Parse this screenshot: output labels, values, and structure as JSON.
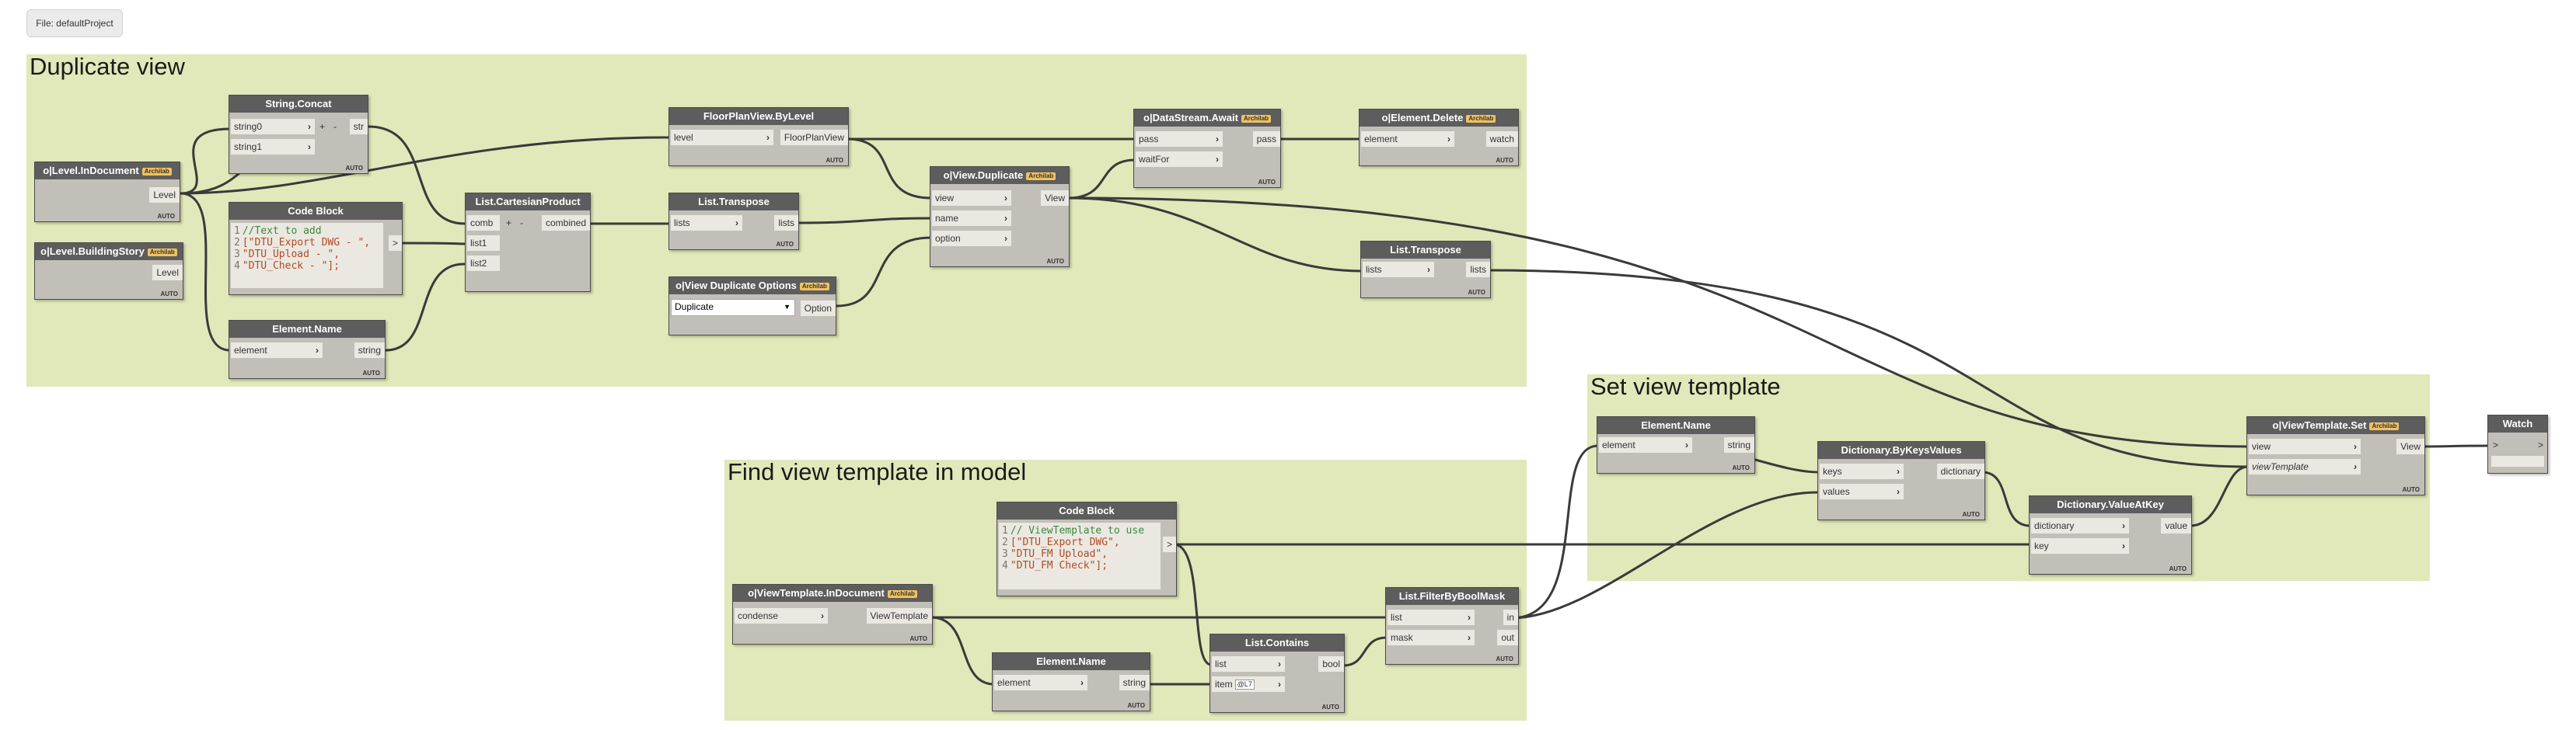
{
  "file_button": "File: defaultProject",
  "groups": {
    "duplicate_view": "Duplicate view",
    "set_view_template": "Set view template",
    "find_view_template": "Find view template in model"
  },
  "badge": "Archilab",
  "auto": "AUTO",
  "nodes": {
    "level_indocument": {
      "title": "o|Level.InDocument",
      "out": "Level"
    },
    "level_buildingstory": {
      "title": "o|Level.BuildingStory",
      "out": "Level"
    },
    "string_concat": {
      "title": "String.Concat",
      "in": [
        "string0",
        "string1"
      ],
      "out": "str",
      "plus": "+",
      "minus": "-"
    },
    "code_block_1": {
      "title": "Code Block",
      "lines": [
        {
          "n": "1",
          "text": "//Text to add"
        },
        {
          "n": "2",
          "text": "[\"DTU_Export DWG - \","
        },
        {
          "n": "3",
          "text": "\"DTU_Upload - \","
        },
        {
          "n": "4",
          "text": "\"DTU_Check - \"];"
        }
      ],
      "out": ">"
    },
    "element_name_1": {
      "title": "Element.Name",
      "in": "element",
      "out": "string"
    },
    "cartesian": {
      "title": "List.CartesianProduct",
      "in": [
        "comb",
        "list1",
        "list2"
      ],
      "out": "combined",
      "plus": "+",
      "minus": "-"
    },
    "floorplan": {
      "title": "FloorPlanView.ByLevel",
      "in": "level",
      "out": "FloorPlanView"
    },
    "transpose_1": {
      "title": "List.Transpose",
      "in": "lists",
      "out": "lists"
    },
    "dup_options": {
      "title": "o|View Duplicate Options",
      "select": "Duplicate",
      "out": "Option"
    },
    "view_duplicate": {
      "title": "o|View.Duplicate",
      "in": [
        "view",
        "name",
        "option"
      ],
      "out": "View"
    },
    "await": {
      "title": "o|DataStream.Await",
      "in": [
        "pass",
        "waitFor"
      ],
      "out": "pass"
    },
    "elem_delete": {
      "title": "o|Element.Delete",
      "in": "element",
      "out": "watch"
    },
    "transpose_2": {
      "title": "List.Transpose",
      "in": "lists",
      "out": "lists"
    },
    "element_name_2": {
      "title": "Element.Name",
      "in": "element",
      "out": "string"
    },
    "dict_bykv": {
      "title": "Dictionary.ByKeysValues",
      "in": [
        "keys",
        "values"
      ],
      "out": "dictionary"
    },
    "dict_valueatkey": {
      "title": "Dictionary.ValueAtKey",
      "in": [
        "dictionary",
        "key"
      ],
      "out": "value"
    },
    "template_set": {
      "title": "o|ViewTemplate.Set",
      "in": [
        "view",
        "viewTemplate"
      ],
      "out": "View"
    },
    "watch": {
      "title": "Watch",
      "in": ">",
      "out": ">"
    },
    "code_block_2": {
      "title": "Code Block",
      "lines": [
        {
          "n": "1",
          "text": "// ViewTemplate to use"
        },
        {
          "n": "2",
          "text": "[\"DTU_Export DWG\","
        },
        {
          "n": "3",
          "text": "\"DTU_FM Upload\","
        },
        {
          "n": "4",
          "text": "\"DTU_FM Check\"];"
        }
      ],
      "out": ">"
    },
    "template_indoc": {
      "title": "o|ViewTemplate.InDocument",
      "in": "condense",
      "out": "ViewTemplate"
    },
    "element_name_3": {
      "title": "Element.Name",
      "in": "element",
      "out": "string"
    },
    "list_contains": {
      "title": "List.Contains",
      "in": [
        "list",
        "item"
      ],
      "out": "bool",
      "item_value": "@L7"
    },
    "filter_bool": {
      "title": "List.FilterByBoolMask",
      "in": [
        "list",
        "mask"
      ],
      "out": [
        "in",
        "out"
      ]
    }
  },
  "colors": {
    "group": "#e1e8b9",
    "node_header": "#5d5d5d",
    "node_body": "#c2bfb9",
    "wire": "#3a3a3a",
    "badge": "#f0c160"
  }
}
